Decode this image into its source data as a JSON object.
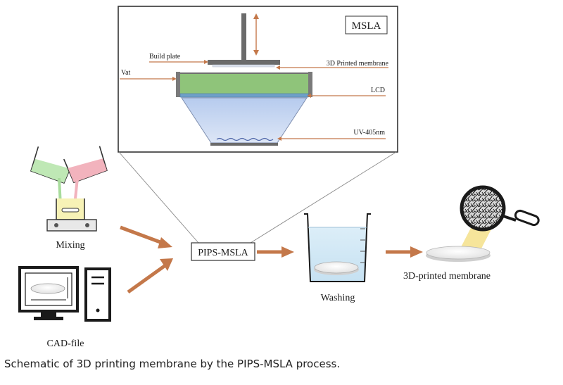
{
  "figure": {
    "mslaTitle": "MSLA",
    "labels": {
      "buildPlate": "Build plate",
      "vat": "Vat",
      "printedMembrane": "3D Printed membrane",
      "lcd": "LCD",
      "uv": "UV-405nm",
      "mixing": "Mixing",
      "cadFile": "CAD-file",
      "process": "PIPS-MSLA",
      "washing": "Washing",
      "finalMembrane": "3D-printed membrane"
    },
    "colors": {
      "arrow": "#c4784a",
      "resinGreen": "#8fc47a",
      "funnelBlue": "#c6d6f0",
      "beakerGreen": "#c8ecc0",
      "beakerPink": "#f2b3bd",
      "magnifierCone": "#f4e18a"
    }
  },
  "caption": "Schematic of 3D printing membrane by the PIPS-MSLA process."
}
